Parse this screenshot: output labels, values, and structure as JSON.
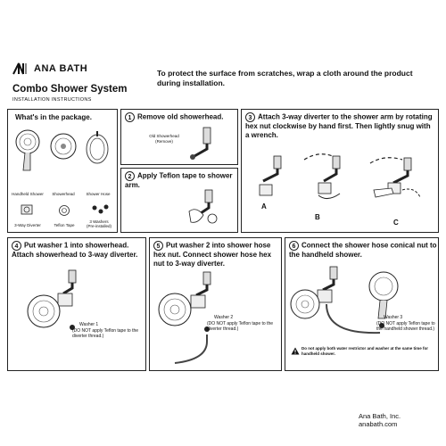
{
  "brand": {
    "name": "ANA BATH"
  },
  "doc": {
    "title": "Combo Shower System",
    "subtitle": "INSTALLATION INSTRUCTIONS",
    "top_warning": "To protect the surface from scratches, wrap a cloth around the product during installation."
  },
  "package": {
    "title": "What's in the package.",
    "items": [
      "Handheld Shower",
      "Showerhead",
      "Shower Hose",
      "3-Way Diverter",
      "Teflon Tape",
      "3 Washers",
      "(Pre-installed)"
    ]
  },
  "steps": [
    {
      "num": "1",
      "title": "Remove old showerhead.",
      "label": "Old Showerhead",
      "label2": "(Remove)"
    },
    {
      "num": "2",
      "title": "Apply Teflon tape to shower arm."
    },
    {
      "num": "3",
      "title": "Attach 3-way diverter to the shower arm by rotating hex nut clockwise by hand first. Then lightly snug with a wrench.",
      "letters": [
        "A",
        "B",
        "C"
      ]
    },
    {
      "num": "4",
      "title": "Put washer 1 into showerhead. Attach showerhead to 3-way diverter.",
      "note_title": "Washer 1",
      "note": "(DO NOT apply Teflon tape to the diverter thread.)"
    },
    {
      "num": "5",
      "title": "Put washer 2 into shower hose hex nut. Connect shower hose hex nut to 3-way diverter.",
      "note_title": "Washer 2",
      "note": "(DO NOT apply Teflon tape to the diverter thread.)"
    },
    {
      "num": "6",
      "title": "Connect the shower hose conical nut to the handheld shower.",
      "note_title": "Washer 3",
      "note": "(DO NOT apply Teflon tape to the handheld shower thread.)",
      "caution": "Do not apply both water restrictor and washer at the same time for handheld shower."
    }
  ],
  "footer": {
    "company": "Ana Bath, Inc.",
    "website": "anabath.com"
  }
}
